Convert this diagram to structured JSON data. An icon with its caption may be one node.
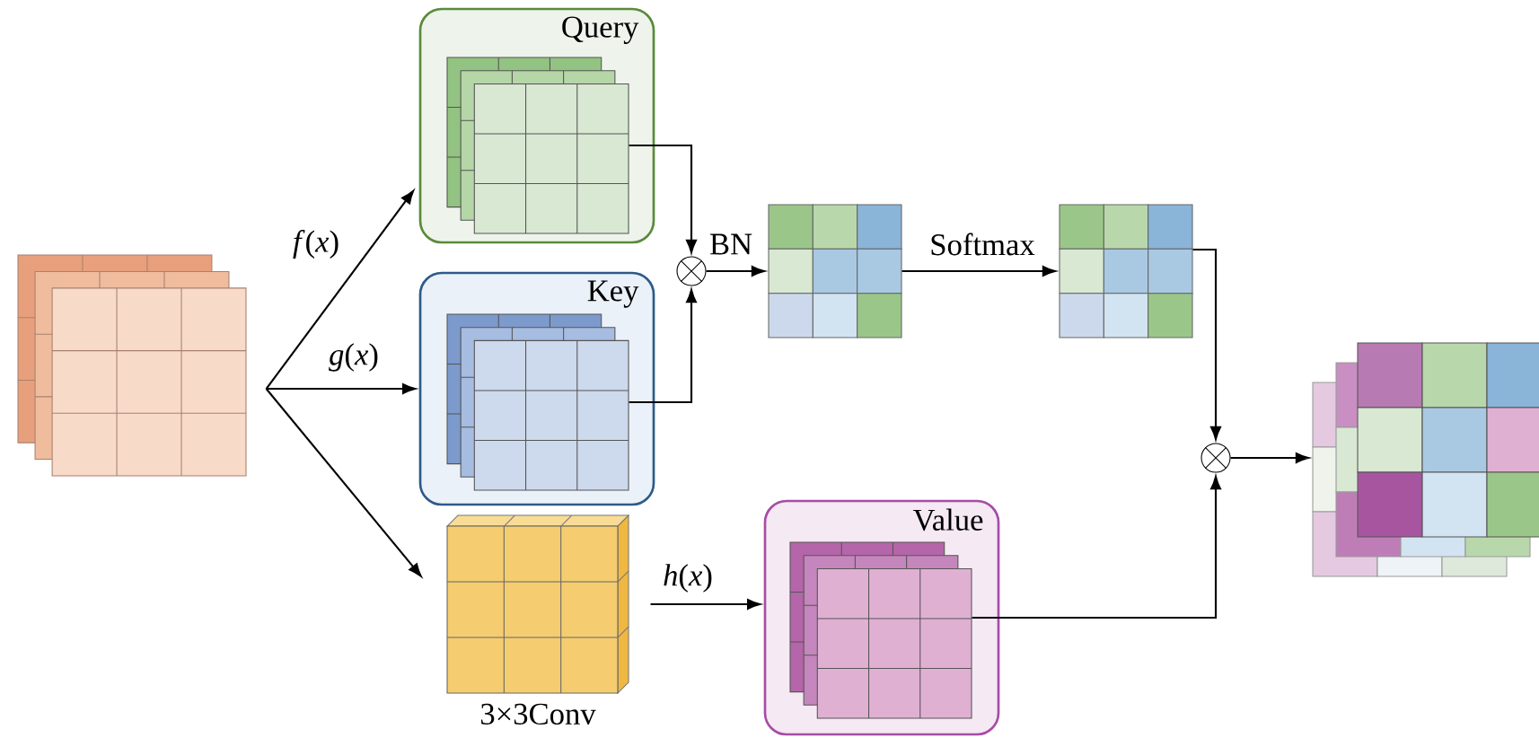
{
  "diagram": {
    "nodes": [
      {
        "text": [],
        "shape": "box"
      },
      {
        "text": [
          "Query"
        ]
      },
      {
        "text": [],
        "shape": "box",
        "in": 1
      },
      {
        "text": [
          "Key"
        ]
      },
      {
        "text": [],
        "shape": "box",
        "in": 3
      },
      {
        "text": [],
        "shape": "box",
        "beside": [
          "3×3Conv"
        ]
      },
      {
        "text": [],
        "shape": "circle"
      },
      {
        "text": [],
        "shape": "box"
      },
      {
        "text": [],
        "shape": "box"
      },
      {
        "text": [
          "Value"
        ]
      },
      {
        "text": [],
        "shape": "box",
        "in": 9
      },
      {
        "text": [],
        "shape": "circle"
      },
      {
        "text": [],
        "shape": "box"
      }
    ],
    "edges": [
      {
        "from": 0,
        "to": 1,
        "arrow": "to",
        "label": "*f*(*x*)"
      },
      {
        "from": 0,
        "to": 3,
        "arrow": "to",
        "label": "*g*(*x*)"
      },
      {
        "from": 0,
        "to": 5,
        "arrow": "to"
      },
      {
        "from": 5,
        "to": 9,
        "arrow": "to",
        "label": "*h*(*x*)"
      },
      {
        "from": 2,
        "to": 6,
        "arrow": "to"
      },
      {
        "from": 4,
        "to": 6,
        "arrow": "to"
      },
      {
        "from": 6,
        "to": 7,
        "arrow": "to",
        "label": "BN"
      },
      {
        "from": 7,
        "to": 8,
        "arrow": "to",
        "label": "Softmax"
      },
      {
        "from": 8,
        "to": 11,
        "arrow": "to"
      },
      {
        "from": 10,
        "to": 11,
        "arrow": "to"
      },
      {
        "from": 11,
        "to": 12,
        "arrow": "to"
      }
    ]
  }
}
